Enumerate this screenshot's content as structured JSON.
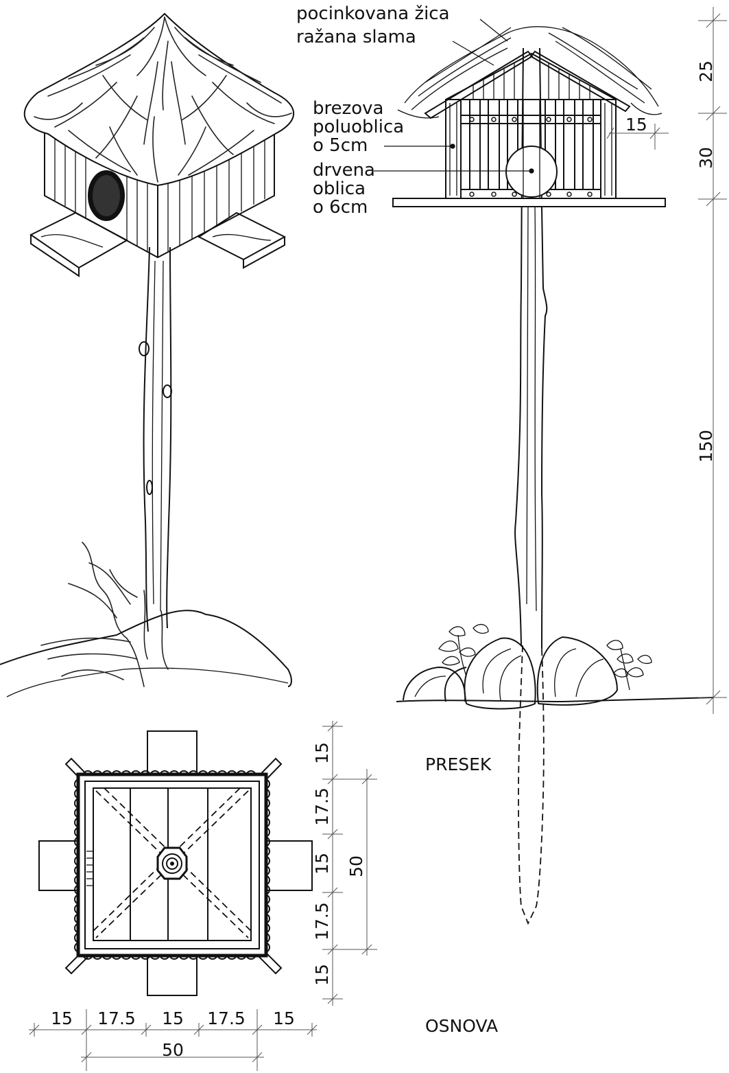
{
  "labels": {
    "wire": "pocinkovana žica",
    "straw": "ražana slama",
    "birch_1": "brezova",
    "birch_2": "poluoblica",
    "birch_3": "o 5cm",
    "wood_1": "drvena",
    "wood_2": "oblica",
    "wood_3": "o 6cm"
  },
  "views": {
    "section": "PRESEK",
    "plan": "OSNOVA"
  },
  "dimensions": {
    "roof_height": "25",
    "box_height": "30",
    "post_height": "150",
    "side_offset": "15",
    "plan_v": [
      "15",
      "17.5",
      "15",
      "17.5",
      "15"
    ],
    "plan_v_total": "50",
    "plan_h": [
      "15",
      "17.5",
      "15",
      "17.5",
      "15"
    ],
    "plan_h_total": "50"
  }
}
